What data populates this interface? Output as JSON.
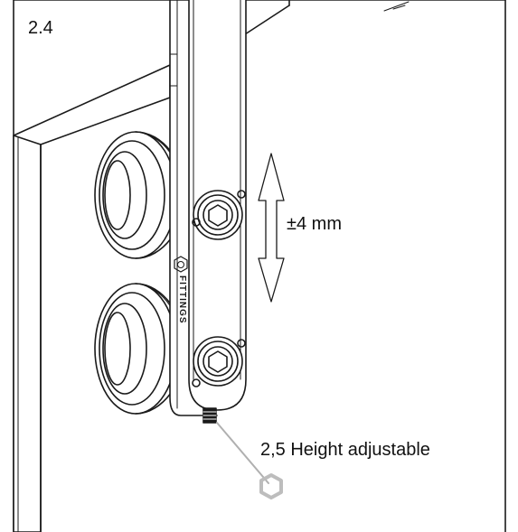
{
  "step": {
    "number": "2.4"
  },
  "annotations": {
    "height_range": "±4 mm",
    "callout": "2,5 Height adjustable"
  },
  "brand": {
    "text": "FITTINGS"
  },
  "icons": {
    "hex_key": "hex-key-icon",
    "arrow": "double-arrow-icon"
  },
  "colors": {
    "line": "#1a1a1a",
    "leader": "#b0b0b0",
    "hex_icon": "#bdbdbd",
    "frame": "#222222"
  }
}
